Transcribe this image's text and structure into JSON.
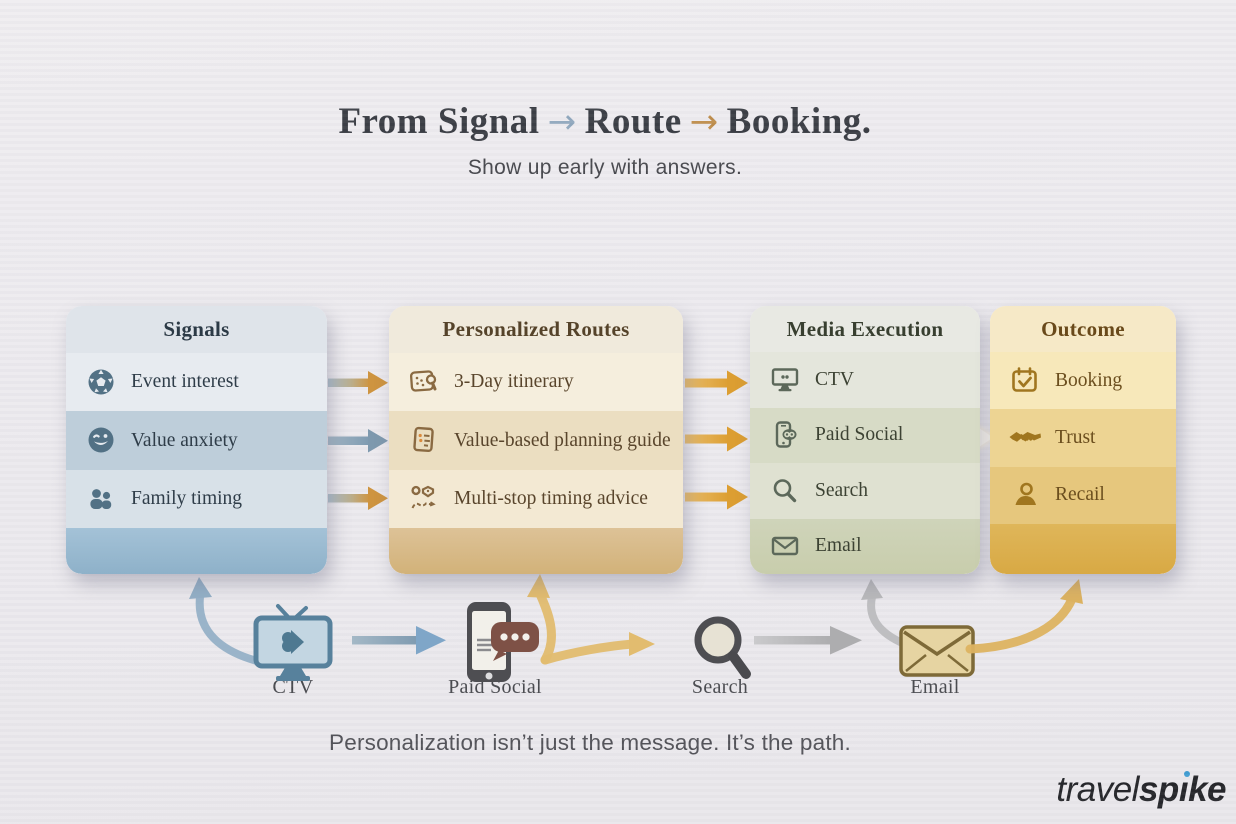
{
  "title": {
    "part1": "From Signal",
    "arrow1": "→",
    "part2": "Route",
    "arrow2": "→",
    "part3": "Booking.",
    "subtitle": "Show up early with answers."
  },
  "columns": [
    {
      "id": "signals",
      "title": "Signals",
      "items": [
        {
          "icon": "soccer-ball-icon",
          "label": "Event interest"
        },
        {
          "icon": "smiley-icon",
          "label": "Value anxiety"
        },
        {
          "icon": "family-people-icon",
          "label": "Family timing"
        }
      ]
    },
    {
      "id": "routes",
      "title": "Personalized Routes",
      "items": [
        {
          "icon": "itinerary-calendar-icon",
          "label": "3-Day itinerary"
        },
        {
          "icon": "planning-guide-icon",
          "label": "Value-based planning guide"
        },
        {
          "icon": "map-route-icon",
          "label": "Multi-stop timing advice"
        }
      ]
    },
    {
      "id": "media",
      "title": "Media Execution",
      "items": [
        {
          "icon": "ctv-monitor-icon",
          "label": "CTV"
        },
        {
          "icon": "phone-social-icon",
          "label": "Paid Social"
        },
        {
          "icon": "search-icon",
          "label": "Search"
        },
        {
          "icon": "email-icon",
          "label": "Email"
        }
      ]
    },
    {
      "id": "outcome",
      "title": "Outcome",
      "items": [
        {
          "icon": "booking-calendar-icon",
          "label": "Booking"
        },
        {
          "icon": "handshake-icon",
          "label": "Trust"
        },
        {
          "icon": "person-icon",
          "label": "Recail"
        }
      ]
    }
  ],
  "channels": [
    {
      "icon": "ctv-tv-icon",
      "label": "CTV"
    },
    {
      "icon": "paid-social-phone-icon",
      "label": "Paid Social"
    },
    {
      "icon": "search-magnifier-icon",
      "label": "Search"
    },
    {
      "icon": "email-envelope-icon",
      "label": "Email"
    }
  ],
  "tagline": "Personalization isn’t just the message. It’s the path.",
  "logo": {
    "travel": "travel",
    "spike_pre": "sp",
    "spike_i": "ı",
    "spike_post": "ke"
  },
  "colors": {
    "background": "#ECEAEE",
    "title_text": "#393C43",
    "title_arrow_blue": "#8FA7BD",
    "title_arrow_gold": "#BE8C4A",
    "signals_panel": "#BECEDA",
    "routes_panel": "#EBDEC1",
    "media_panel": "#D7DBC6",
    "outcome_panel": "#EDD493",
    "arrow_blue": "#8CA4B8",
    "arrow_gold": "#DDA03A",
    "arrow_gray": "#B5B5B7",
    "logo_dot_blue": "#3D9BD1"
  }
}
